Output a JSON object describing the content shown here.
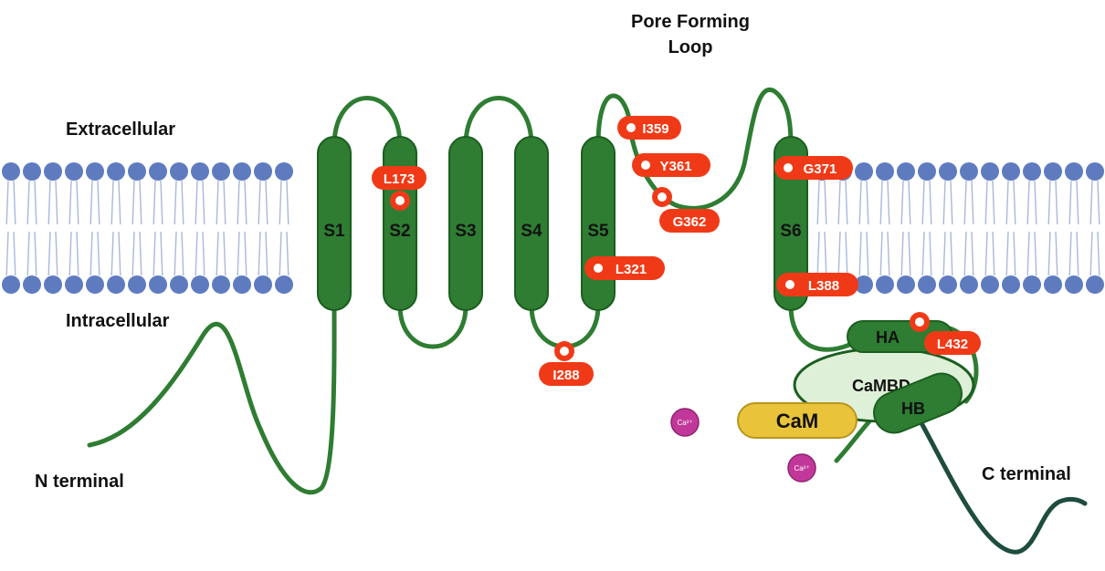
{
  "labels": {
    "extracellular": "Extracellular",
    "intracellular": "Intracellular",
    "n_terminal": "N terminal",
    "c_terminal": "C terminal",
    "pore_line1": "Pore Forming",
    "pore_line2": "Loop"
  },
  "segments": [
    "S1",
    "S2",
    "S3",
    "S4",
    "S5",
    "S6"
  ],
  "domains": {
    "ha": "HA",
    "hb": "HB",
    "cambd": "CaMBD",
    "cam": "CaM"
  },
  "calcium_label": "Ca²⁺",
  "mutations": [
    "L173",
    "I359",
    "Y361",
    "G362",
    "G371",
    "L321",
    "L388",
    "I288",
    "L432"
  ],
  "colors": {
    "membrane_head": "#5f7bc0",
    "membrane_tail": "#aab8dc",
    "helix": "#2e7d32",
    "helix_stroke": "#1b5e20",
    "mutation": "#f03a17",
    "cam": "#e9c43a",
    "cambd": "#dff0d8",
    "calcium": "#c2389a",
    "c_tail": "#1e4d40"
  }
}
